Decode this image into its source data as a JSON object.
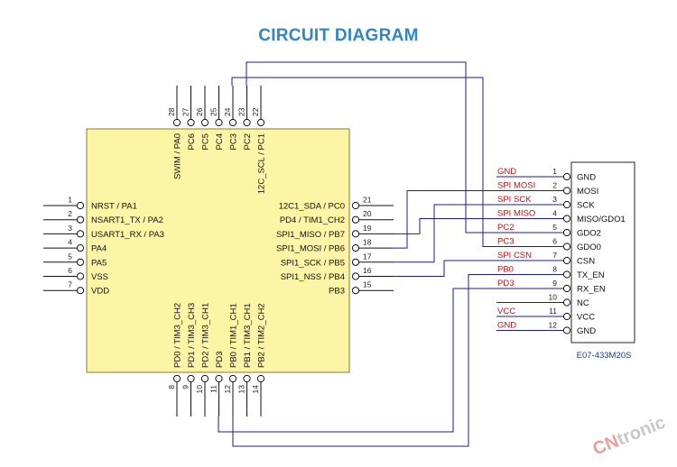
{
  "title": "CIRCUIT DIAGRAM",
  "mcu": {
    "left_pins": [
      {
        "num": "1",
        "label": "NRST / PA1"
      },
      {
        "num": "2",
        "label": "NSART1_TX / PA2"
      },
      {
        "num": "3",
        "label": "USART1_RX / PA3"
      },
      {
        "num": "4",
        "label": "PA4"
      },
      {
        "num": "5",
        "label": "PA5"
      },
      {
        "num": "6",
        "label": "VSS"
      },
      {
        "num": "7",
        "label": "VDD"
      }
    ],
    "right_pins": [
      {
        "num": "21",
        "label": "12C1_SDA / PC0"
      },
      {
        "num": "20",
        "label": "PD4 / TIM1_CH2"
      },
      {
        "num": "19",
        "label": "SPI1_MISO / PB7"
      },
      {
        "num": "18",
        "label": "SPI1_MOSI / PB6"
      },
      {
        "num": "17",
        "label": "SPI1_SCK / PB5"
      },
      {
        "num": "16",
        "label": "SPI1_NSS / PB4"
      },
      {
        "num": "15",
        "label": "PB3"
      }
    ],
    "top_pins": [
      {
        "num": "28",
        "label": "SWIM / PA0"
      },
      {
        "num": "27",
        "label": "PC6"
      },
      {
        "num": "26",
        "label": "PC5"
      },
      {
        "num": "25",
        "label": "PC4"
      },
      {
        "num": "24",
        "label": "PC3"
      },
      {
        "num": "23",
        "label": "PC2"
      },
      {
        "num": "22",
        "label": "12C_SCL / PC1"
      }
    ],
    "bottom_pins": [
      {
        "num": "8",
        "label": "PD0 / TIM3_CH2"
      },
      {
        "num": "9",
        "label": "PD1 / TIM3_CH3"
      },
      {
        "num": "10",
        "label": "PD2 / TIM3_CH1"
      },
      {
        "num": "11",
        "label": "PD3"
      },
      {
        "num": "12",
        "label": "PB0 / TIM1_CH1"
      },
      {
        "num": "13",
        "label": "PB1 / TIM3_CH1"
      },
      {
        "num": "14",
        "label": "PB2 / TIM2_CH2"
      }
    ]
  },
  "module": {
    "name": "E07-433M20S",
    "pins": [
      {
        "num": "1",
        "label": "GND",
        "net": "GND"
      },
      {
        "num": "2",
        "label": "MOSI",
        "net": "SPI MOSI"
      },
      {
        "num": "3",
        "label": "SCK",
        "net": "SPI SCK"
      },
      {
        "num": "4",
        "label": "MISO/GDO1",
        "net": "SPI MISO"
      },
      {
        "num": "5",
        "label": "GDO2",
        "net": "PC2"
      },
      {
        "num": "6",
        "label": "GDO0",
        "net": "PC3"
      },
      {
        "num": "7",
        "label": "CSN",
        "net": "SPI CSN"
      },
      {
        "num": "8",
        "label": "TX_EN",
        "net": "PB0"
      },
      {
        "num": "9",
        "label": "RX_EN",
        "net": "PD3"
      },
      {
        "num": "10",
        "label": "NC",
        "net": ""
      },
      {
        "num": "11",
        "label": "VCC",
        "net": "VCC"
      },
      {
        "num": "12",
        "label": "GND",
        "net": "GND"
      }
    ]
  },
  "colors": {
    "title": "#2e86c8",
    "chip_fill": "#fdf5a6",
    "chip_border": "#8a7a30",
    "wire": "#1c1c8c",
    "net_label": "#b01818",
    "pin": "#111111"
  },
  "watermark": {
    "brand_a": "CN",
    "brand_b": "tronic"
  }
}
